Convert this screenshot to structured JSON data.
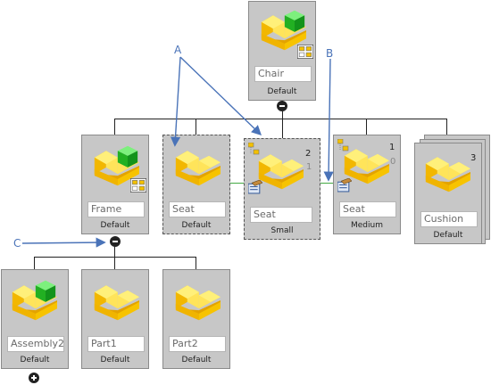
{
  "callouts": {
    "a": "A",
    "b": "B",
    "c": "C"
  },
  "nodes": {
    "chair": {
      "name": "Chair",
      "config": "Default"
    },
    "frame": {
      "name": "Frame",
      "config": "Default"
    },
    "seat1": {
      "name": "Seat",
      "config": "Default"
    },
    "seat2": {
      "name": "Seat",
      "config": "Small",
      "count": "2",
      "sub": "1"
    },
    "seat3": {
      "name": "Seat",
      "config": "Medium",
      "count": "1",
      "sub": "0"
    },
    "cushion": {
      "name": "Cushion",
      "config": "Default",
      "count": "3"
    },
    "assembly2": {
      "name": "Assembly2",
      "config": "Default"
    },
    "part1": {
      "name": "Part1",
      "config": "Default"
    },
    "part2": {
      "name": "Part2",
      "config": "Default"
    }
  },
  "colors": {
    "tile": "#c7c7c7",
    "accent_blue": "#4a73b8",
    "part_yellow": "#ffd400",
    "assembly_green": "#22b022"
  }
}
